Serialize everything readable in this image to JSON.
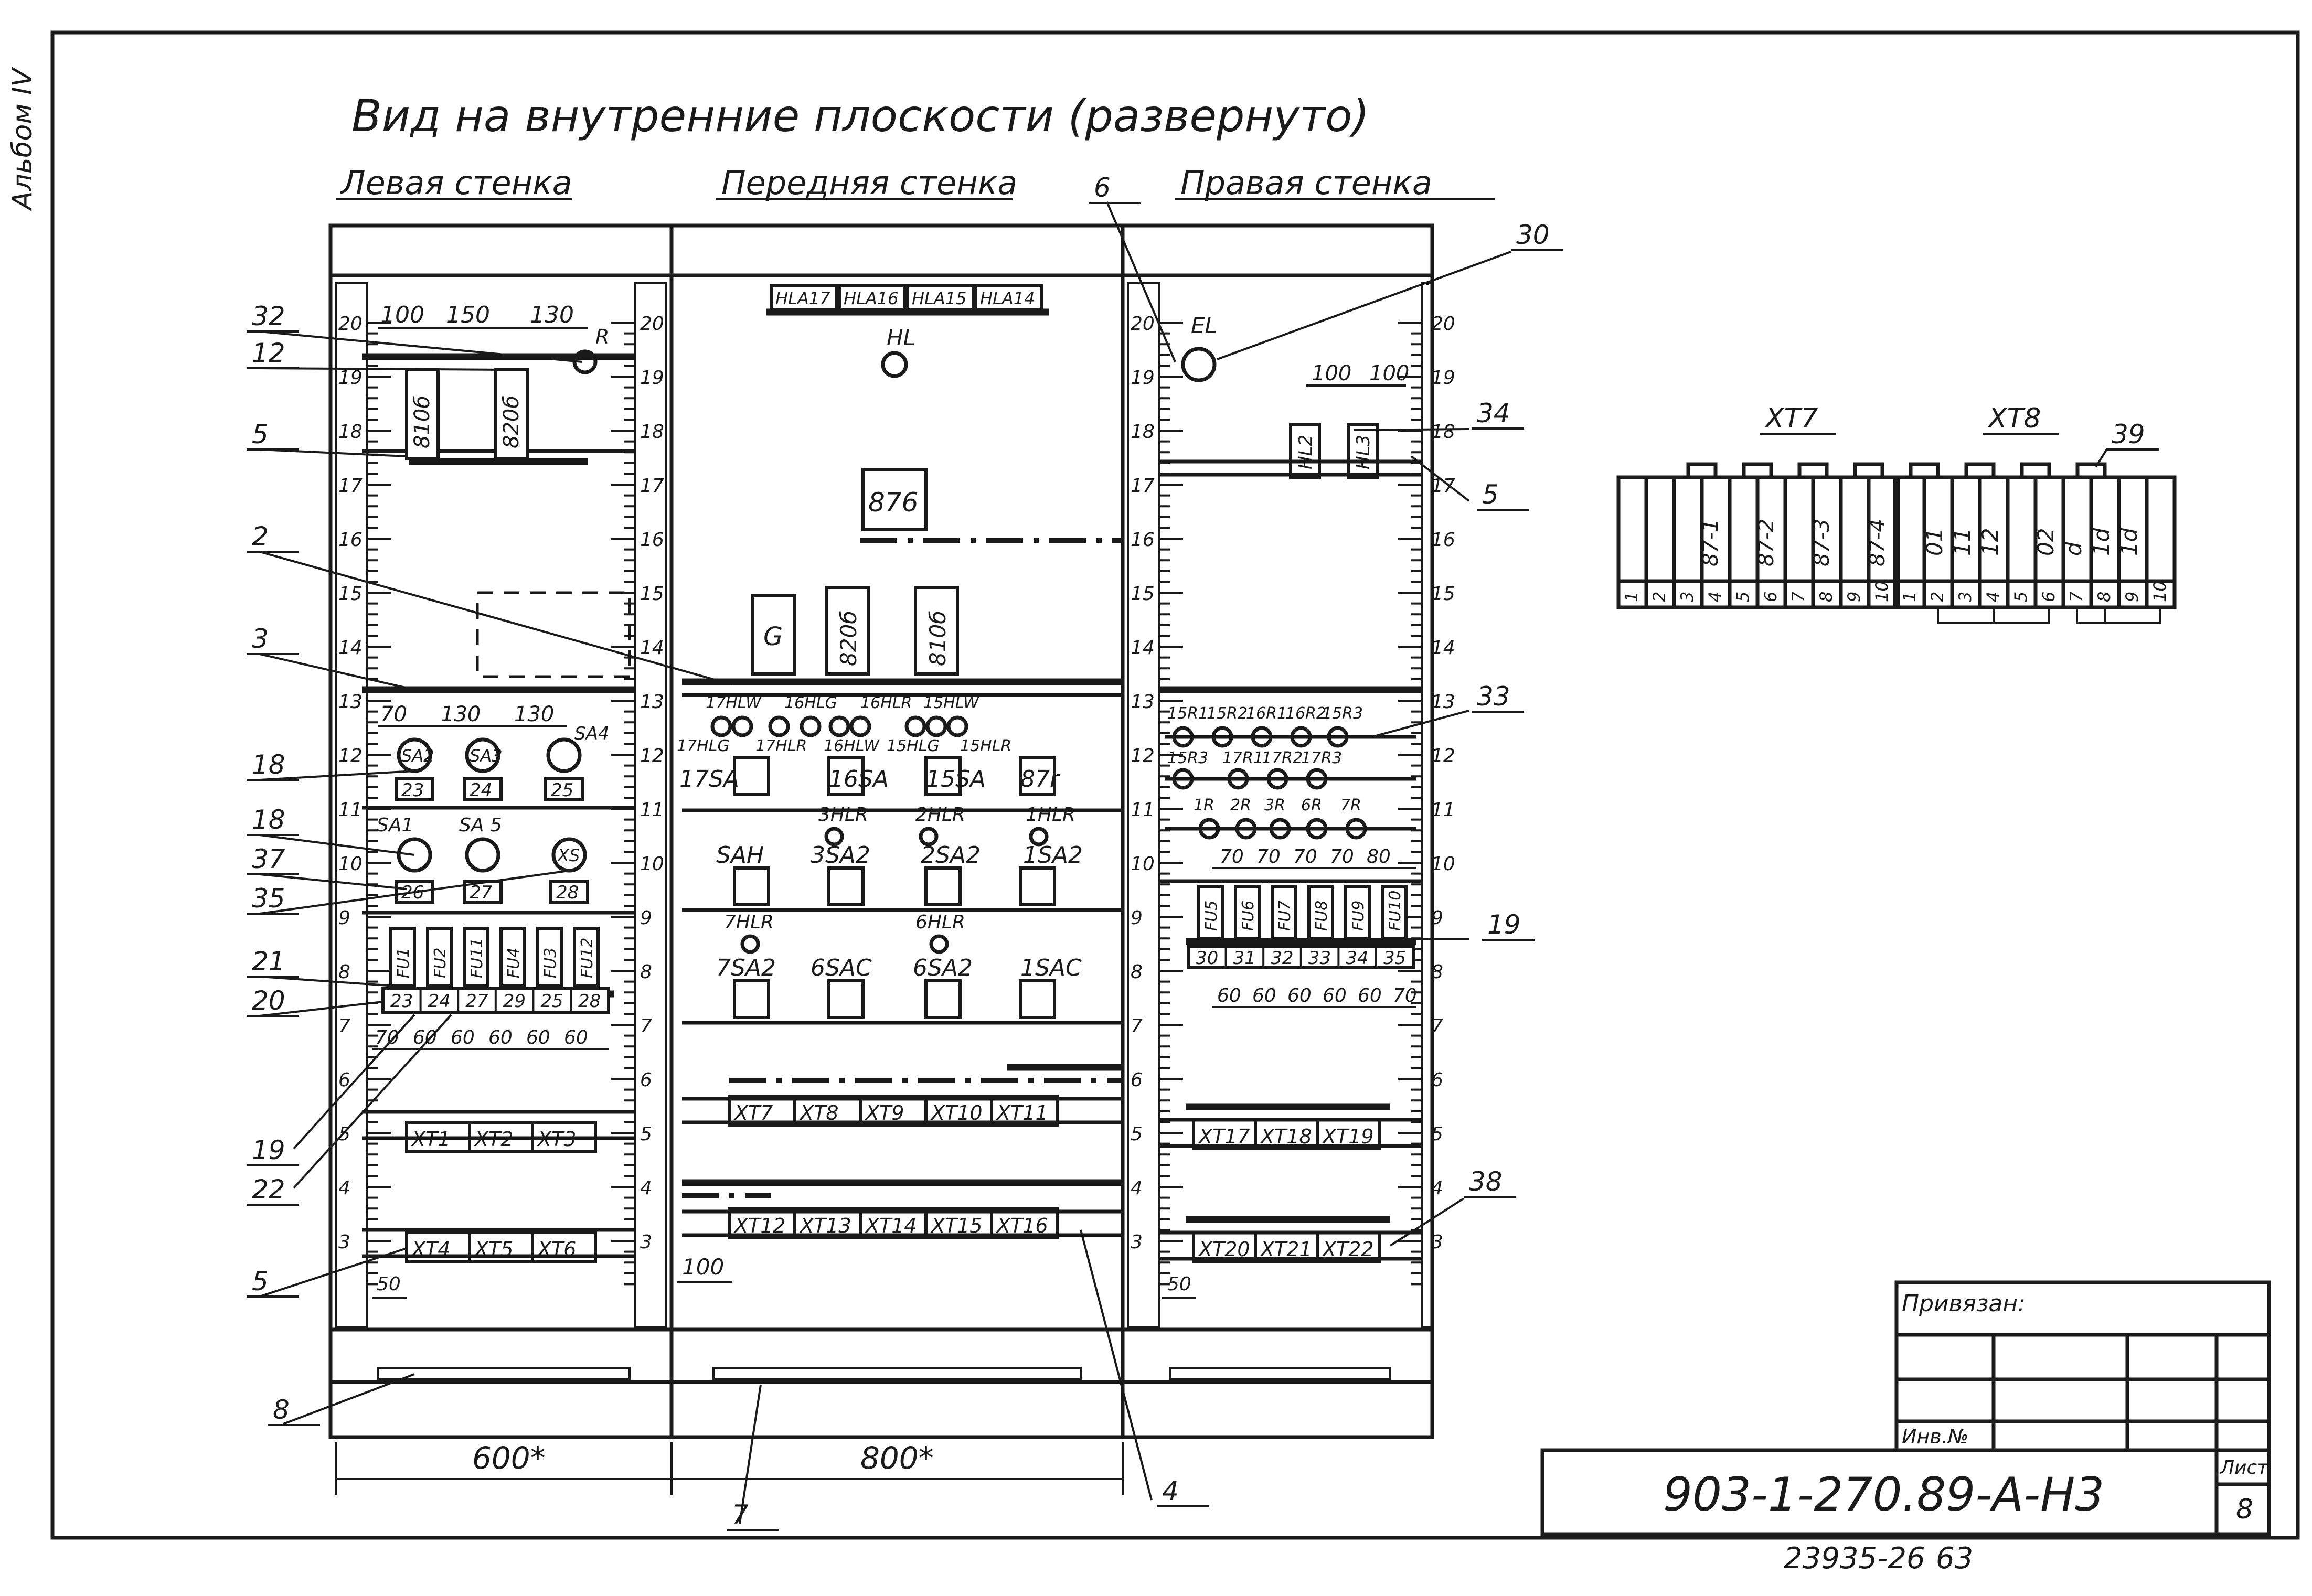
{
  "header": {
    "title": "Вид на внутренние плоскости (развернуто)",
    "side_mark": "Альбом IV"
  },
  "walls": [
    {
      "name": "Левая стенка",
      "width": "600*"
    },
    {
      "name": "Передняя стенка",
      "width": "800*"
    },
    {
      "name": "Правая стенка",
      "width": ""
    }
  ],
  "rail_labels": [
    "20",
    "19",
    "18",
    "17",
    "16",
    "15",
    "14",
    "13",
    "12",
    "11",
    "10",
    "9",
    "8",
    "7",
    "6",
    "5",
    "4",
    "3"
  ],
  "left_wall": {
    "top_dims": [
      "100",
      "150",
      "130"
    ],
    "relays_top": [
      "810б",
      "820б"
    ],
    "r_label": "R",
    "row13_dims": [
      "70",
      "130",
      "130"
    ],
    "switches_row12": [
      "SA2",
      "SA3",
      "SA4"
    ],
    "tags_row12": [
      "23",
      "24",
      "25"
    ],
    "switches_row11": [
      "SA1",
      "SA 5",
      "XS"
    ],
    "tags_row10": [
      "26",
      "27",
      "28"
    ],
    "fuses": [
      "FU1",
      "FU2",
      "FU11",
      "FU4",
      "FU3",
      "FU12"
    ],
    "fuse_tags": [
      "23",
      "24",
      "27",
      "29",
      "25",
      "28"
    ],
    "fuse_dims": [
      "70",
      "60",
      "60",
      "60",
      "60",
      "60"
    ],
    "blocks_upper": [
      "XT1",
      "XT2",
      "XT3"
    ],
    "blocks_lower": [
      "XT4",
      "XT5",
      "XT6"
    ],
    "bottom_dim": "50"
  },
  "front_wall": {
    "lamps_top": [
      "HLA17",
      "HLA16",
      "HLA15",
      "HLA14"
    ],
    "hl_label": "HL",
    "box_b7b": "876",
    "tall_boxes": [
      "G",
      "820б",
      "810б"
    ],
    "lamp_row_top": [
      "17HLW",
      "16HLG",
      "16HLR",
      "15HLW"
    ],
    "lamp_row_bottom": [
      "17HLG",
      "17HLR",
      "16HLW",
      "15HLG",
      "15HLR"
    ],
    "switch_row1": [
      "17SA",
      "16SA",
      "15SA",
      "87r"
    ],
    "lamp_row2": [
      "3HLR",
      "2HLR",
      "1HLR"
    ],
    "switch_row2": [
      "SAH",
      "3SA2",
      "2SA2",
      "1SA2"
    ],
    "lamp_row3": [
      "7HLR",
      "6HLR"
    ],
    "switch_row3": [
      "7SA2",
      "6SAC",
      "6SA2",
      "1SAC"
    ],
    "blocks_upper": [
      "XT7",
      "XT8",
      "XT9",
      "XT10",
      "XT11"
    ],
    "blocks_lower": [
      "XT12",
      "XT13",
      "XT14",
      "XT15",
      "XT16"
    ],
    "left_dim": "100"
  },
  "right_wall": {
    "el_label": "EL",
    "lamp_dims": [
      "100",
      "100"
    ],
    "lamps": [
      "HL2",
      "HL3"
    ],
    "res_row1": [
      "15R1",
      "15R2",
      "16R1",
      "16R2",
      "15R3"
    ],
    "res_row2": [
      "15R3",
      "17R1",
      "17R2",
      "17R3"
    ],
    "res_row3": [
      "1R",
      "2R",
      "3R",
      "6R",
      "7R"
    ],
    "res_dims": [
      "70",
      "70",
      "70",
      "70",
      "80"
    ],
    "fuses": [
      "FU5",
      "FU6",
      "FU7",
      "FU8",
      "FU9",
      "FU10"
    ],
    "fuse_tags": [
      "30",
      "31",
      "32",
      "33",
      "34",
      "35"
    ],
    "fuse_dims": [
      "60",
      "60",
      "60",
      "60",
      "60",
      "70"
    ],
    "blocks_upper": [
      "XT17",
      "XT18",
      "XT19"
    ],
    "blocks_lower": [
      "XT20",
      "XT21",
      "XT22"
    ],
    "bottom_dim": "50"
  },
  "callouts": [
    "32",
    "12",
    "5",
    "2",
    "3",
    "18",
    "18",
    "37",
    "35",
    "21",
    "20",
    "19",
    "22",
    "5",
    "8",
    "7",
    "4",
    "6",
    "30",
    "34",
    "5",
    "33",
    "19",
    "38",
    "39"
  ],
  "terminal_blocks": {
    "xt7": {
      "label": "XT7",
      "numbers": [
        "1",
        "2",
        "3",
        "4",
        "5",
        "6",
        "7",
        "8",
        "9",
        "10"
      ],
      "marks": [
        "87-1",
        "87-2",
        "87-3",
        "87-4"
      ]
    },
    "xt8": {
      "label": "XT8",
      "numbers": [
        "1",
        "2",
        "3",
        "4",
        "5",
        "6",
        "7",
        "8",
        "9",
        "10"
      ],
      "marks": [
        "01",
        "11",
        "12",
        "02",
        "d",
        "1d",
        "1d"
      ]
    }
  },
  "title_block": {
    "bound_label": "Привязан:",
    "inv_label": "Инв.№",
    "doc_code": "903-1-270.89-А-Н3",
    "sheet_label": "Лист",
    "sheet_number": "8",
    "footer_code": "23935-26",
    "footer_page": "63"
  },
  "colors": {
    "ink": "#1a1a1a",
    "paper": "#ffffff"
  }
}
